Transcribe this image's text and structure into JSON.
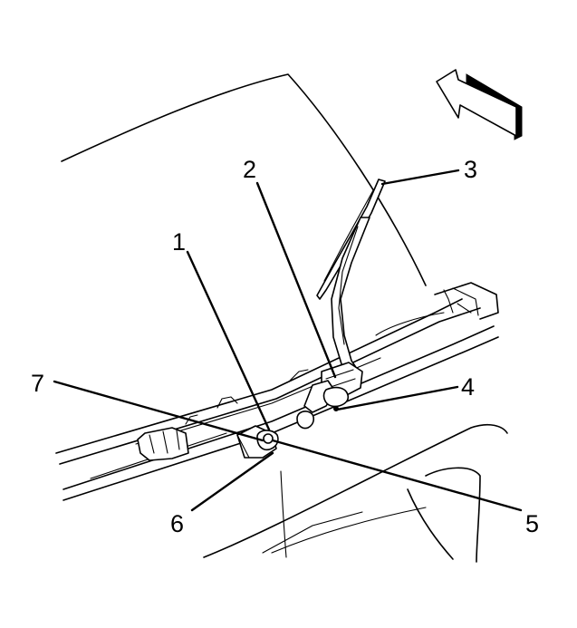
{
  "callouts": [
    {
      "id": "1",
      "text": "1"
    },
    {
      "id": "2",
      "text": "2"
    },
    {
      "id": "3",
      "text": "3"
    },
    {
      "id": "4",
      "text": "4"
    },
    {
      "id": "5",
      "text": "5"
    },
    {
      "id": "6",
      "text": "6"
    },
    {
      "id": "7",
      "text": "7"
    }
  ],
  "colors": {
    "line": "#000000",
    "background": "#ffffff"
  },
  "icons": {
    "direction": "forward-arrow-icon"
  }
}
